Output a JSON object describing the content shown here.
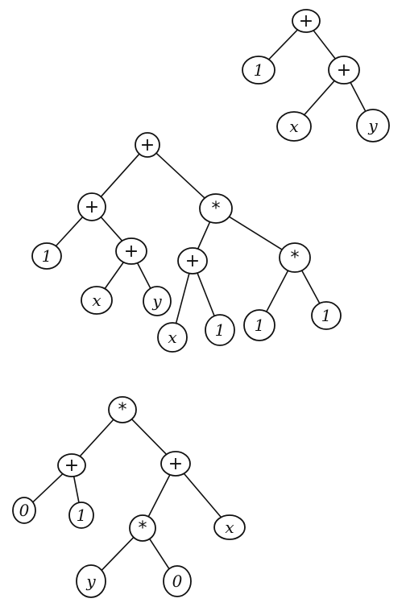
{
  "trees": [
    {
      "nodes": [
        {
          "id": "a0",
          "label": "+"
        },
        {
          "id": "a1",
          "label": "1"
        },
        {
          "id": "a2",
          "label": "+"
        },
        {
          "id": "a3",
          "label": "x"
        },
        {
          "id": "a4",
          "label": "y"
        }
      ],
      "edges": [
        [
          "a0",
          "a1"
        ],
        [
          "a0",
          "a2"
        ],
        [
          "a2",
          "a3"
        ],
        [
          "a2",
          "a4"
        ]
      ]
    },
    {
      "nodes": [
        {
          "id": "b0",
          "label": "+"
        },
        {
          "id": "b1",
          "label": "+"
        },
        {
          "id": "b2",
          "label": "*"
        },
        {
          "id": "b3",
          "label": "1"
        },
        {
          "id": "b4",
          "label": "+"
        },
        {
          "id": "b5",
          "label": "x"
        },
        {
          "id": "b6",
          "label": "y"
        },
        {
          "id": "b7",
          "label": "+"
        },
        {
          "id": "b8",
          "label": "*"
        },
        {
          "id": "b9",
          "label": "x"
        },
        {
          "id": "b10",
          "label": "1"
        },
        {
          "id": "b11",
          "label": "1"
        },
        {
          "id": "b12",
          "label": "1"
        }
      ],
      "edges": [
        [
          "b0",
          "b1"
        ],
        [
          "b0",
          "b2"
        ],
        [
          "b1",
          "b3"
        ],
        [
          "b1",
          "b4"
        ],
        [
          "b4",
          "b5"
        ],
        [
          "b4",
          "b6"
        ],
        [
          "b2",
          "b7"
        ],
        [
          "b2",
          "b8"
        ],
        [
          "b7",
          "b9"
        ],
        [
          "b7",
          "b10"
        ],
        [
          "b8",
          "b11"
        ],
        [
          "b8",
          "b12"
        ]
      ]
    },
    {
      "nodes": [
        {
          "id": "c0",
          "label": "*"
        },
        {
          "id": "c1",
          "label": "+"
        },
        {
          "id": "c2",
          "label": "+"
        },
        {
          "id": "c3",
          "label": "0"
        },
        {
          "id": "c4",
          "label": "1"
        },
        {
          "id": "c5",
          "label": "*"
        },
        {
          "id": "c6",
          "label": "x"
        },
        {
          "id": "c7",
          "label": "y"
        },
        {
          "id": "c8",
          "label": "0"
        }
      ],
      "edges": [
        [
          "c0",
          "c1"
        ],
        [
          "c0",
          "c2"
        ],
        [
          "c1",
          "c3"
        ],
        [
          "c1",
          "c4"
        ],
        [
          "c2",
          "c5"
        ],
        [
          "c2",
          "c6"
        ],
        [
          "c5",
          "c7"
        ],
        [
          "c5",
          "c8"
        ]
      ]
    }
  ]
}
